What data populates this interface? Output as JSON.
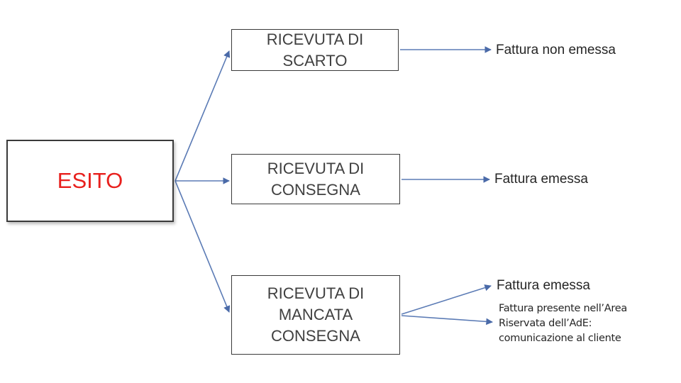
{
  "esito": {
    "label": "ESITO"
  },
  "receipts": [
    {
      "label": "RICEVUTA DI\nSCARTO",
      "result": "Fattura non emessa"
    },
    {
      "label": "RICEVUTA DI\nCONSEGNA",
      "result": "Fattura emessa"
    },
    {
      "label": "RICEVUTA DI\nMANCATA\nCONSEGNA",
      "result": "Fattura emessa",
      "note": "Fattura presente nell’Area\nRiservata dell’AdE:\ncomunicazione al cliente"
    }
  ],
  "colors": {
    "esito_text": "#e8201d",
    "arrow": "#5b7bb5",
    "border": "#3a3a3a"
  }
}
